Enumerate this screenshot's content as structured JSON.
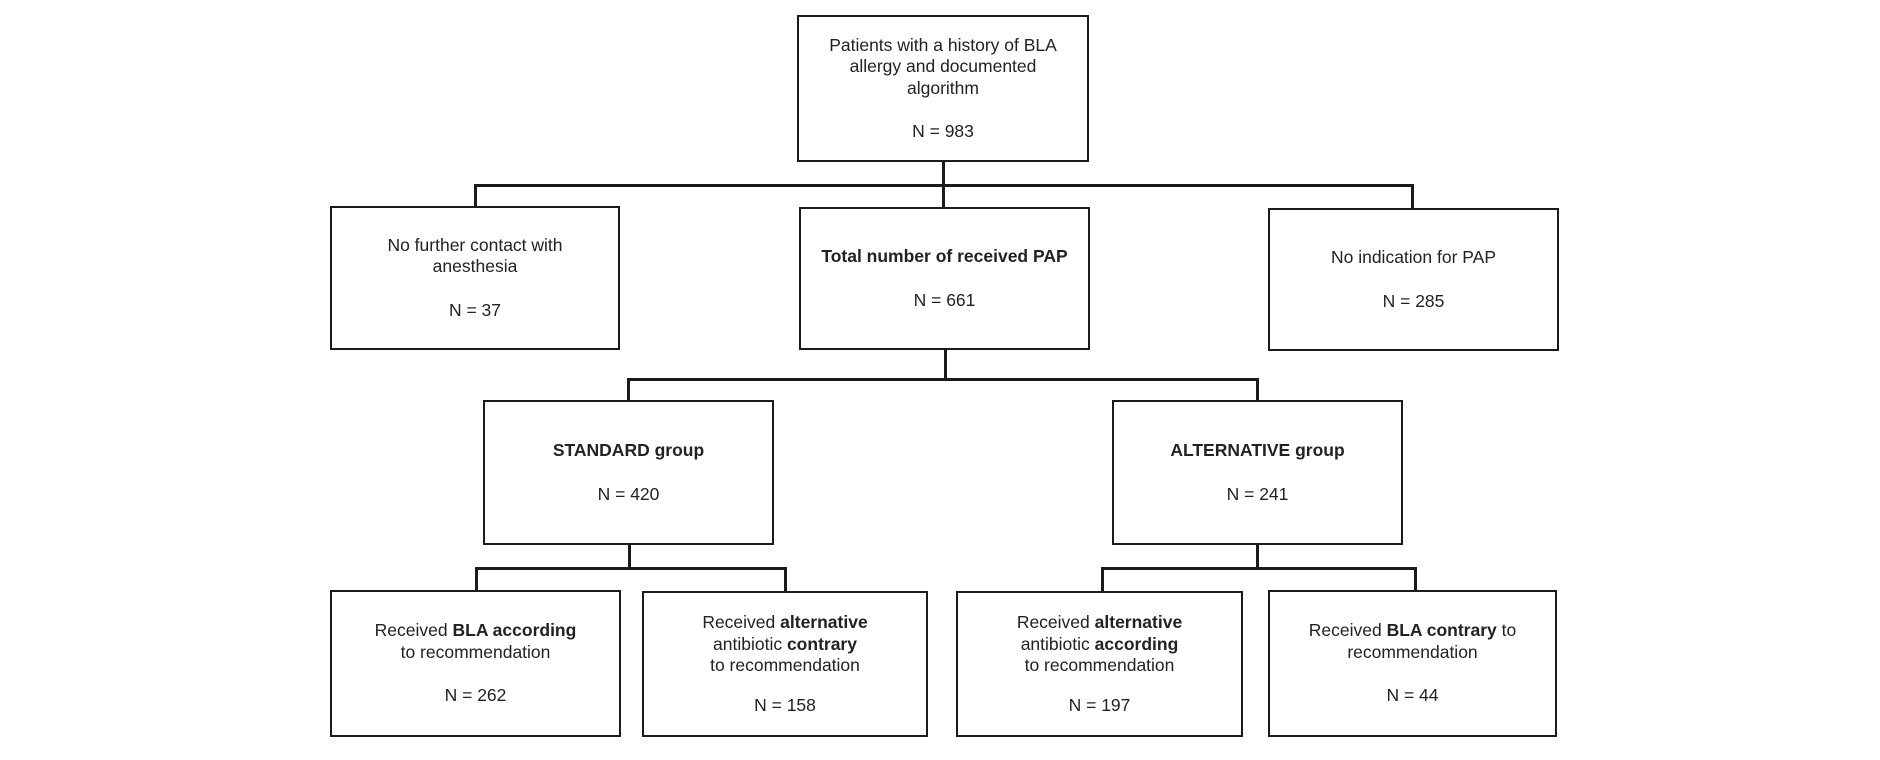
{
  "flowchart": {
    "root": {
      "line1": "Patients with a history of BLA",
      "line2": "allergy and documented",
      "line3": "algorithm",
      "n": "N = 983"
    },
    "no_contact": {
      "line1": "No further contact with",
      "line2": "anesthesia",
      "n": "N = 37"
    },
    "received_pap": {
      "line1": "Total number of received PAP",
      "n": "N = 661"
    },
    "no_indication": {
      "line1": "No indication for PAP",
      "n": "N = 285"
    },
    "standard_group": {
      "line1": "STANDARD group",
      "n": "N = 420"
    },
    "alternative_group": {
      "line1": "ALTERNATIVE group",
      "n": "N = 241"
    },
    "std_according": {
      "l1a": "Received ",
      "l1b": "BLA according",
      "l2": "to recommendation",
      "n": "N = 262"
    },
    "std_contrary": {
      "l1a": "Received ",
      "l1b": "alternative",
      "l2a": "antibiotic ",
      "l2b": "contrary",
      "l3": "to recommendation",
      "n": "N = 158"
    },
    "alt_according": {
      "l1a": "Received ",
      "l1b": "alternative",
      "l2a": "antibiotic ",
      "l2b": "according",
      "l3": "to recommendation",
      "n": "N = 197"
    },
    "alt_contrary": {
      "l1a": "Received ",
      "l1b": "BLA contrary",
      "l1c": " to",
      "l2": "recommendation",
      "n": "N = 44"
    }
  }
}
